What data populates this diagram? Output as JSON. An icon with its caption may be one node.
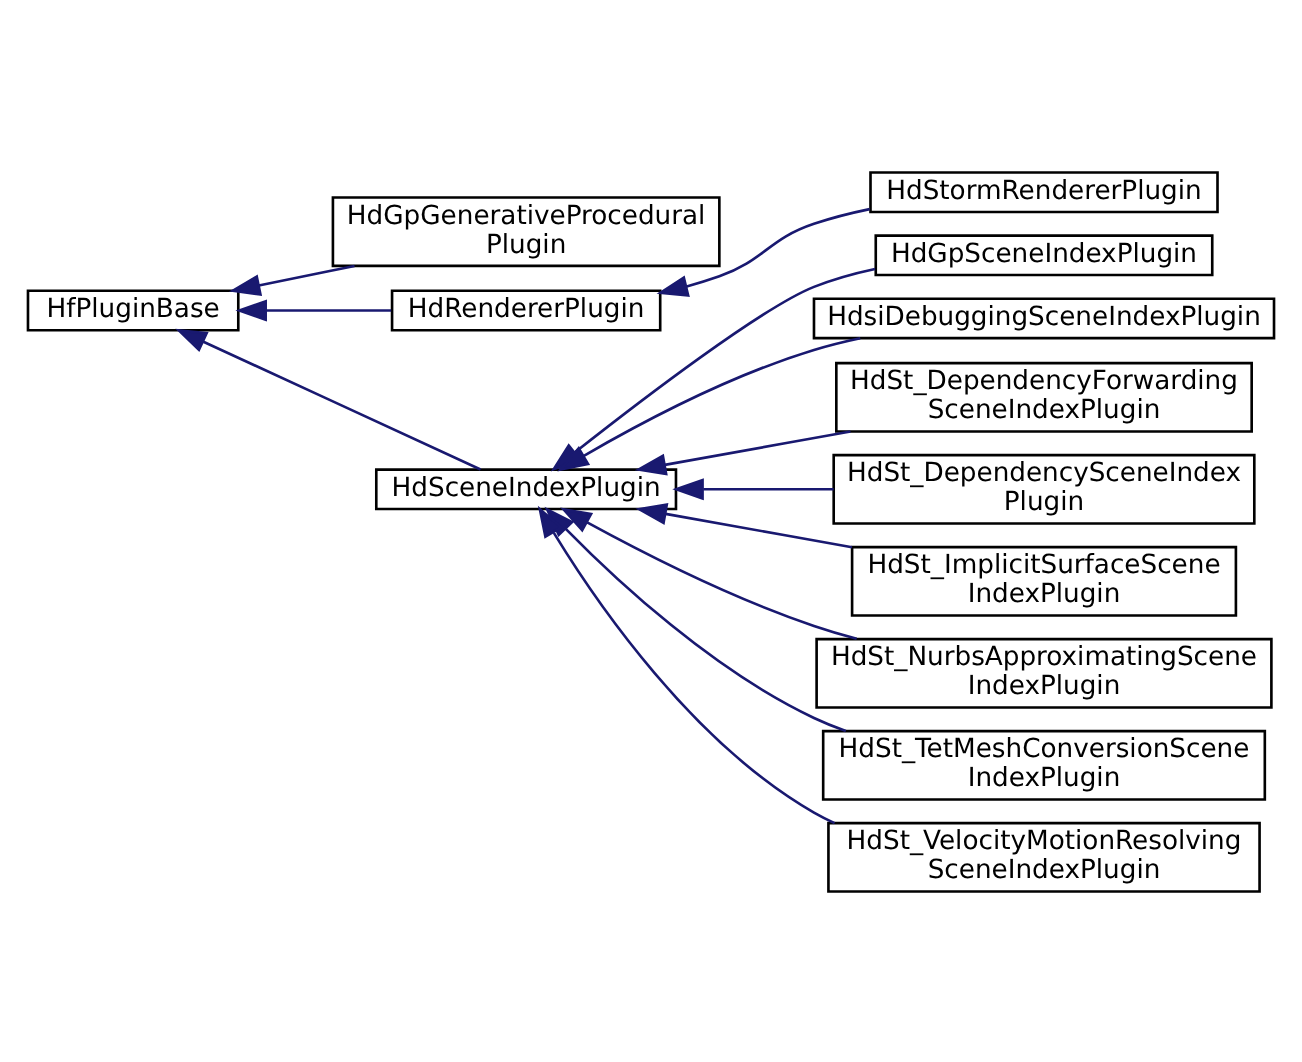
{
  "diagram": {
    "nodes": [
      {
        "text": [
          "HfPluginBase"
        ]
      },
      {
        "text": [
          "HdGpGenerativeProcedural Plugin"
        ]
      },
      {
        "text": [
          "HdRendererPlugin"
        ]
      },
      {
        "text": [
          "HdSceneIndexPlugin"
        ]
      },
      {
        "text": [
          "HdStormRendererPlugin"
        ]
      },
      {
        "text": [
          "HdGpSceneIndexPlugin"
        ]
      },
      {
        "text": [
          "HdsiDebuggingSceneIndexPlugin"
        ]
      },
      {
        "text": [
          "HdSt_DependencyForwarding SceneIndexPlugin"
        ]
      },
      {
        "text": [
          "HdSt_DependencySceneIndex Plugin"
        ]
      },
      {
        "text": [
          "HdSt_ImplicitSurfaceScene IndexPlugin"
        ]
      },
      {
        "text": [
          "HdSt_NurbsApproximatingScene IndexPlugin"
        ]
      },
      {
        "text": [
          "HdSt_TetMeshConversionScene IndexPlugin"
        ]
      },
      {
        "text": [
          "HdSt_VelocityMotionResolving SceneIndexPlugin"
        ]
      }
    ],
    "edges": [
      {
        "from": 1,
        "to": 0,
        "arrow": "to"
      },
      {
        "from": 2,
        "to": 0,
        "arrow": "to"
      },
      {
        "from": 3,
        "to": 0,
        "arrow": "to"
      },
      {
        "from": 4,
        "to": 2,
        "arrow": "to"
      },
      {
        "from": 5,
        "to": 3,
        "arrow": "to"
      },
      {
        "from": 6,
        "to": 3,
        "arrow": "to"
      },
      {
        "from": 7,
        "to": 3,
        "arrow": "to"
      },
      {
        "from": 8,
        "to": 3,
        "arrow": "to"
      },
      {
        "from": 9,
        "to": 3,
        "arrow": "to"
      },
      {
        "from": 10,
        "to": 3,
        "arrow": "to"
      },
      {
        "from": 11,
        "to": 3,
        "arrow": "to"
      },
      {
        "from": 12,
        "to": 3,
        "arrow": "to"
      }
    ]
  }
}
